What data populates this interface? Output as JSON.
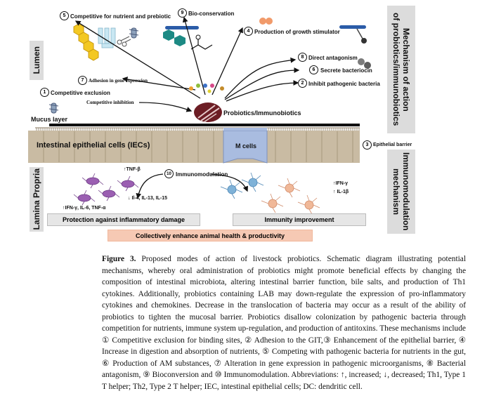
{
  "figure": {
    "side_labels": {
      "mechanism_top": "Mechanism of action",
      "mechanism_bottom": "of probiotics/immunobiotics",
      "immuno_top": "Immunomodulation",
      "immuno_bottom": "mechanism",
      "lumen": "Lumen",
      "lamina": "Lamina Propria"
    },
    "mechanisms": [
      {
        "num": "5",
        "text": "Competitive for nutrient and prebiotic"
      },
      {
        "num": "9",
        "text": "Bio-conservation"
      },
      {
        "num": "4",
        "text": "Production of growth stimulator"
      },
      {
        "num": "8",
        "text": "Direct antagonism"
      },
      {
        "num": "6",
        "text": "Secrete bacteriocin"
      },
      {
        "num": "2",
        "text": "Inhibit pathogenic  bacteria"
      },
      {
        "num": "7",
        "text": "Adhesion in gene expression"
      },
      {
        "num": "1",
        "text": "Competitive exclusion"
      },
      {
        "num": "3",
        "text": "Epithelial barrier"
      },
      {
        "num": "10",
        "text": "Immunomodulation"
      }
    ],
    "competitive_inhibition": "Competitive inhibition",
    "mucus_layer": "Mucus layer",
    "probiotics_label": "Probiotics/Immunobiotics",
    "iec_label": "Intestinal epithelial cells (IECs)",
    "m_cells": "M cells",
    "tnf_beta": "↑TNF-β",
    "ifn_left": "↑IFN-γ, IL-6, TNF-α",
    "il_down": "↓ Il-4, IL-13, IL-15",
    "ifn_right": "↑IFN-γ",
    "il1b": "↑ IL-1β",
    "protection": "Protection against inflammatory damage",
    "immunity": "Immunity improvement",
    "collective": "Collectively enhance animal health & productivity"
  },
  "caption": {
    "label": "Figure 3.",
    "text": " Proposed modes of action of livestock probiotics. Schematic diagram illustrating potential mechanisms, whereby oral administration of probiotics might promote beneficial effects by changing the composition of intestinal microbiota, altering intestinal barrier function, bile salts, and production of Th1 cytokines.  Additionally, probiotics containing LAB may down-regulate the expression of pro-inflammatory cytokines and chemokines. Decrease in the translocation of bacteria may occur as a result of the ability of probiotics to tighten the mucosal barrier. Probiotics disallow colonization by pathogenic bacteria through competition for nutrients, immune system up-regulation, and production of antitoxins. These mechanisms include ① Competitive exclusion for binding sites, ② Adhesion to the GIT,③ Enhancement of the epithelial barrier, ④ Increase in digestion and absorption of nutrients, ⑤ Competing with pathogenic bacteria for nutrients in the gut, ⑥ Production of AM substances, ⑦ Alteration in gene expression in pathogenic microorganisms, ⑧ Bacterial antagonism, ⑨ Bioconversion and ⑩ Immunomodulation. Abbreviations: ↑, increased; ↓, decreased; Th1, Type 1 T helper; Th2, Type 2 T helper; IEC, intestinal epithelial cells; DC: dendritic cell."
  },
  "colors": {
    "grey_panel": "#dcdcdc",
    "epithelium": "#c9bba3",
    "m_cells": "#a9bce0",
    "collective_bg": "#f6c9b4",
    "purple_cells": "#9b5fb2",
    "blue_cells": "#7fb2d8",
    "peach_cells": "#f0b898"
  }
}
